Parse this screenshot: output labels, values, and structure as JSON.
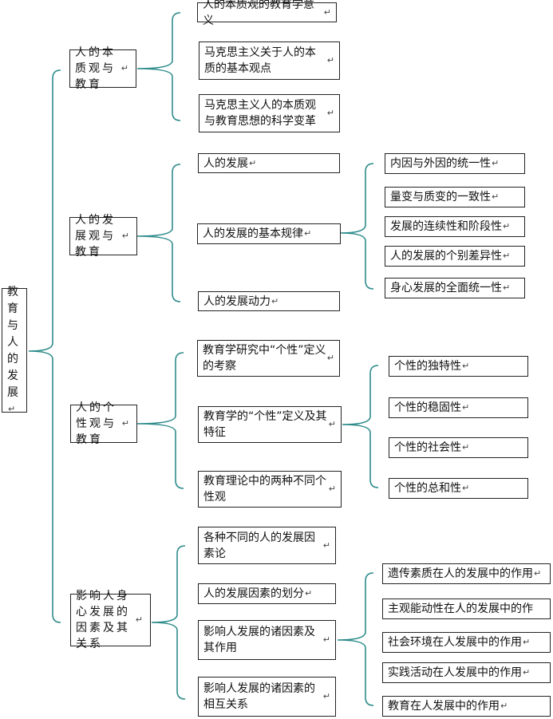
{
  "root": {
    "label": "教育与人的发展"
  },
  "colors": {
    "line": "#2e8b8b",
    "border": "#222222"
  },
  "paragraph_mark": "↵",
  "sections": [
    {
      "label": "人的本质观与教育",
      "children": [
        {
          "label": "人的本质观的教育学意义"
        },
        {
          "label": "马克思主义关于人的本质的基本观点"
        },
        {
          "label": "马克思主义人的本质观与教育思想的科学变革"
        }
      ]
    },
    {
      "label": "人的发展观与教育",
      "children": [
        {
          "label": "人的发展"
        },
        {
          "label": "人的发展的基本规律",
          "children": [
            {
              "label": "内因与外因的统一性"
            },
            {
              "label": "量变与质变的一致性"
            },
            {
              "label": "发展的连续性和阶段性"
            },
            {
              "label": "人的发展的个别差异性"
            },
            {
              "label": "身心发展的全面统一性"
            }
          ]
        },
        {
          "label": "人的发展动力"
        }
      ]
    },
    {
      "label": "人的个性观与教育",
      "children": [
        {
          "label": "教育学研究中“个性”定义的考察"
        },
        {
          "label": "教育学的“个性”定义及其特征",
          "children": [
            {
              "label": "个性的独特性"
            },
            {
              "label": "个性的稳固性"
            },
            {
              "label": "个性的社会性"
            },
            {
              "label": "个性的总和性"
            }
          ]
        },
        {
          "label": "教育理论中的两种不同个性观"
        }
      ]
    },
    {
      "label": "影响人身心发展的因素及其关系",
      "children": [
        {
          "label": "各种不同的人的发展因素论"
        },
        {
          "label": "人的发展因素的划分"
        },
        {
          "label": "影响人发展的诸因素及其作用",
          "children": [
            {
              "label": "遗传素质在人的发展中的作用"
            },
            {
              "label": "主观能动性在人的发展中的作"
            },
            {
              "label": "社会环境在人发展中的作用"
            },
            {
              "label": "实践活动在人发展中的作用"
            },
            {
              "label": "教育在人发展中的作用"
            }
          ]
        },
        {
          "label": "影响人发展的诸因素的相互关系"
        }
      ]
    }
  ]
}
